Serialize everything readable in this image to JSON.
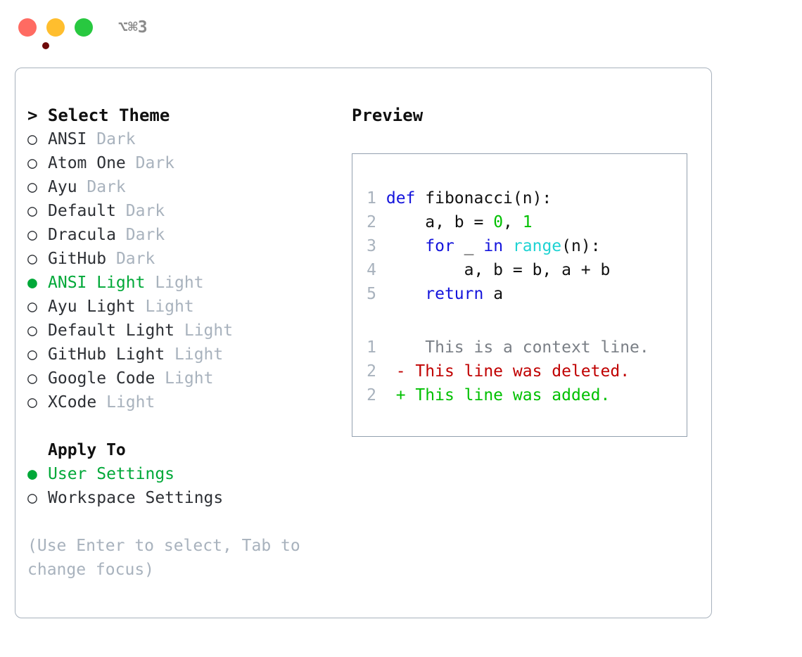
{
  "titlebar": {
    "shortcut": "⌥⌘3",
    "buttons": {
      "close_label": "close",
      "minimize_label": "minimize",
      "zoom_label": "zoom"
    }
  },
  "theme_picker": {
    "heading": "> Select Theme",
    "selected_theme": "ANSI Light",
    "items": [
      {
        "marker": "○",
        "name": "ANSI",
        "variant": "Dark",
        "selected": false
      },
      {
        "marker": "○",
        "name": "Atom One",
        "variant": "Dark",
        "selected": false
      },
      {
        "marker": "○",
        "name": "Ayu",
        "variant": "Dark",
        "selected": false
      },
      {
        "marker": "○",
        "name": "Default",
        "variant": "Dark",
        "selected": false
      },
      {
        "marker": "○",
        "name": "Dracula",
        "variant": "Dark",
        "selected": false
      },
      {
        "marker": "○",
        "name": "GitHub",
        "variant": "Dark",
        "selected": false
      },
      {
        "marker": "●",
        "name": "ANSI Light",
        "variant": "Light",
        "selected": true
      },
      {
        "marker": "○",
        "name": "Ayu Light",
        "variant": "Light",
        "selected": false
      },
      {
        "marker": "○",
        "name": "Default Light",
        "variant": "Light",
        "selected": false
      },
      {
        "marker": "○",
        "name": "GitHub Light",
        "variant": "Light",
        "selected": false
      },
      {
        "marker": "○",
        "name": "Google Code",
        "variant": "Light",
        "selected": false
      },
      {
        "marker": "○",
        "name": "XCode",
        "variant": "Light",
        "selected": false
      }
    ]
  },
  "apply_to": {
    "heading": "Apply To",
    "selected_option": "User Settings",
    "options": [
      {
        "marker": "●",
        "label": "User Settings",
        "selected": true
      },
      {
        "marker": "○",
        "label": "Workspace Settings",
        "selected": false
      }
    ]
  },
  "hint": "(Use Enter to select, Tab to change focus)",
  "preview": {
    "title": "Preview",
    "code": {
      "language": "python",
      "lines": [
        {
          "number": "1",
          "tokens": [
            {
              "t": "def",
              "k": "kw"
            },
            {
              "t": " ",
              "k": "id"
            },
            {
              "t": "fibonacci(n):",
              "k": "id"
            }
          ]
        },
        {
          "number": "2",
          "tokens": [
            {
              "t": "    a, b = ",
              "k": "id"
            },
            {
              "t": "0",
              "k": "num"
            },
            {
              "t": ", ",
              "k": "id"
            },
            {
              "t": "1",
              "k": "num"
            }
          ]
        },
        {
          "number": "3",
          "tokens": [
            {
              "t": "    ",
              "k": "id"
            },
            {
              "t": "for",
              "k": "kw"
            },
            {
              "t": " _ ",
              "k": "id"
            },
            {
              "t": "in",
              "k": "kw"
            },
            {
              "t": " ",
              "k": "id"
            },
            {
              "t": "range",
              "k": "bi"
            },
            {
              "t": "(n):",
              "k": "id"
            }
          ]
        },
        {
          "number": "4",
          "tokens": [
            {
              "t": "        a, b = b, a + b",
              "k": "id"
            }
          ]
        },
        {
          "number": "5",
          "tokens": [
            {
              "t": "    ",
              "k": "id"
            },
            {
              "t": "return",
              "k": "kw"
            },
            {
              "t": " a",
              "k": "id"
            }
          ]
        }
      ]
    },
    "diff": {
      "lines": [
        {
          "number": "1",
          "sign": " ",
          "text": "  This is a context line.",
          "kind": "context"
        },
        {
          "number": "2",
          "sign": "-",
          "text": " This line was deleted.",
          "kind": "deleted"
        },
        {
          "number": "2",
          "sign": "+",
          "text": " This line was added.",
          "kind": "added"
        }
      ]
    }
  },
  "colors": {
    "accent_green": "#00A838",
    "muted": "#A8B2BD",
    "keyword": "#1414DC",
    "number": "#00C000",
    "builtin": "#1FD3D3",
    "diff_deleted": "#C00000",
    "diff_added": "#00C000",
    "diff_context": "#7A7F86",
    "border": "#A8B2BD",
    "traffic_red": "#FF6B62",
    "traffic_yellow": "#FFBE2E",
    "traffic_green": "#28C840"
  }
}
